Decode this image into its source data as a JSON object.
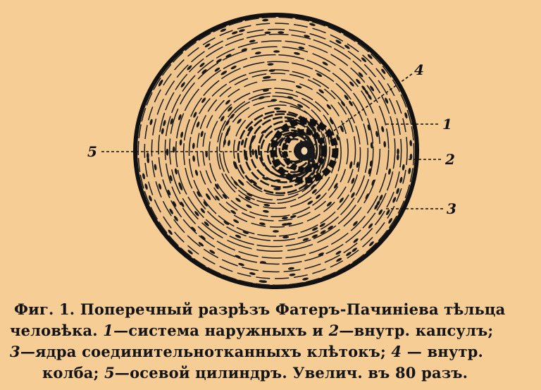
{
  "labels": {
    "l1": "1",
    "l2": "2",
    "l3": "3",
    "l4": "4",
    "l5": "5"
  },
  "caption": {
    "line1": "Фиг. 1. Поперечный разрѣзъ Фатеръ-Пачиніева тѣльца",
    "line2_a": "человѣка. ",
    "line2_n1": "1",
    "line2_b": "—система наружныхъ и ",
    "line2_n2": "2",
    "line2_c": "—внутр. капсулъ;",
    "line3_n3": "3",
    "line3_a": "—ядра соединительнотканныхъ клѣтокъ; ",
    "line3_n4": "4",
    "line3_b": " — внутр.",
    "line4_a": "колба; ",
    "line4_n5": "5",
    "line4_b": "—осевой цилиндръ. Увелич. въ 80 разъ."
  },
  "colors": {
    "background": "#f6cd94",
    "ink": "#141414"
  }
}
